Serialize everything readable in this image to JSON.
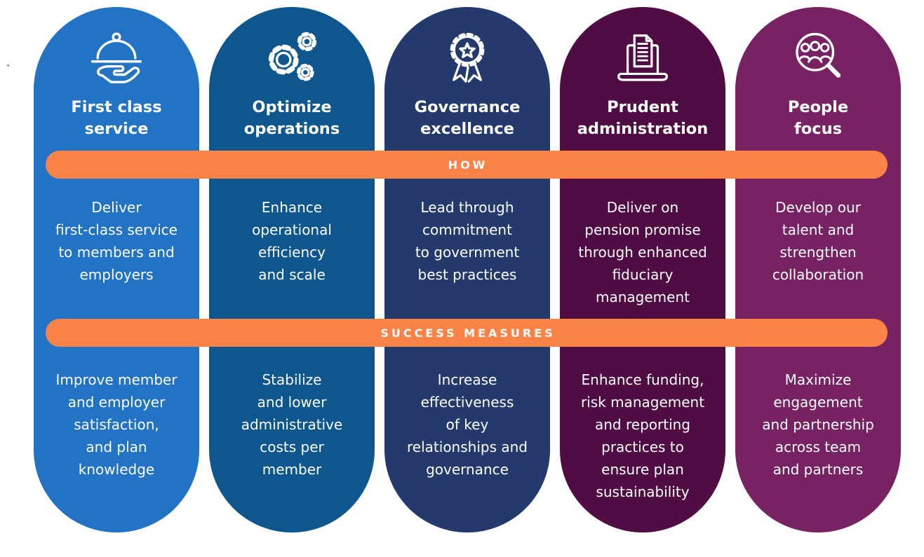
{
  "diagram": {
    "colors": {
      "band_orange": "#FB8347",
      "text_white": "#FFFFFF",
      "pillar_blue": "#2273C3",
      "pillar_dark_blue": "#0E568E",
      "pillar_navy": "#253A6C",
      "pillar_plum": "#500D43",
      "pillar_purple": "#762263"
    },
    "bands": {
      "how_label": "HOW",
      "success_label": "SUCCESS MEASURES"
    },
    "pillars": [
      {
        "icon": "room-service-icon",
        "color": "#2273C3",
        "title": "First class\nservice",
        "how": "Deliver\nfirst-class service\nto members and\nemployers",
        "success": "Improve member\nand employer\nsatisfaction,\nand plan\nknowledge"
      },
      {
        "icon": "gears-icon",
        "color": "#0E568E",
        "title": "Optimize\noperations",
        "how": "Enhance\noperational\nefficiency\nand scale",
        "success": "Stabilize\nand lower\nadministrative\ncosts per\nmember"
      },
      {
        "icon": "award-ribbon-icon",
        "color": "#253A6C",
        "title": "Governance\nexcellence",
        "how": "Lead through\ncommitment\nto government\nbest practices",
        "success": "Increase\neffectiveness\nof key\nrelationships and\ngovernance"
      },
      {
        "icon": "laptop-report-icon",
        "color": "#500D43",
        "title": "Prudent\nadministration",
        "how": "Deliver on\npension promise\nthrough enhanced\nfiduciary\nmanagement",
        "success": "Enhance funding,\nrisk management\nand reporting\npractices to\nensure plan\nsustainability"
      },
      {
        "icon": "people-search-icon",
        "color": "#762263",
        "title": "People\nfocus",
        "how": "Develop our\ntalent and\nstrengthen\ncollaboration",
        "success": "Maximize\nengagement\nand partnership\nacross team\nand partners"
      }
    ]
  }
}
